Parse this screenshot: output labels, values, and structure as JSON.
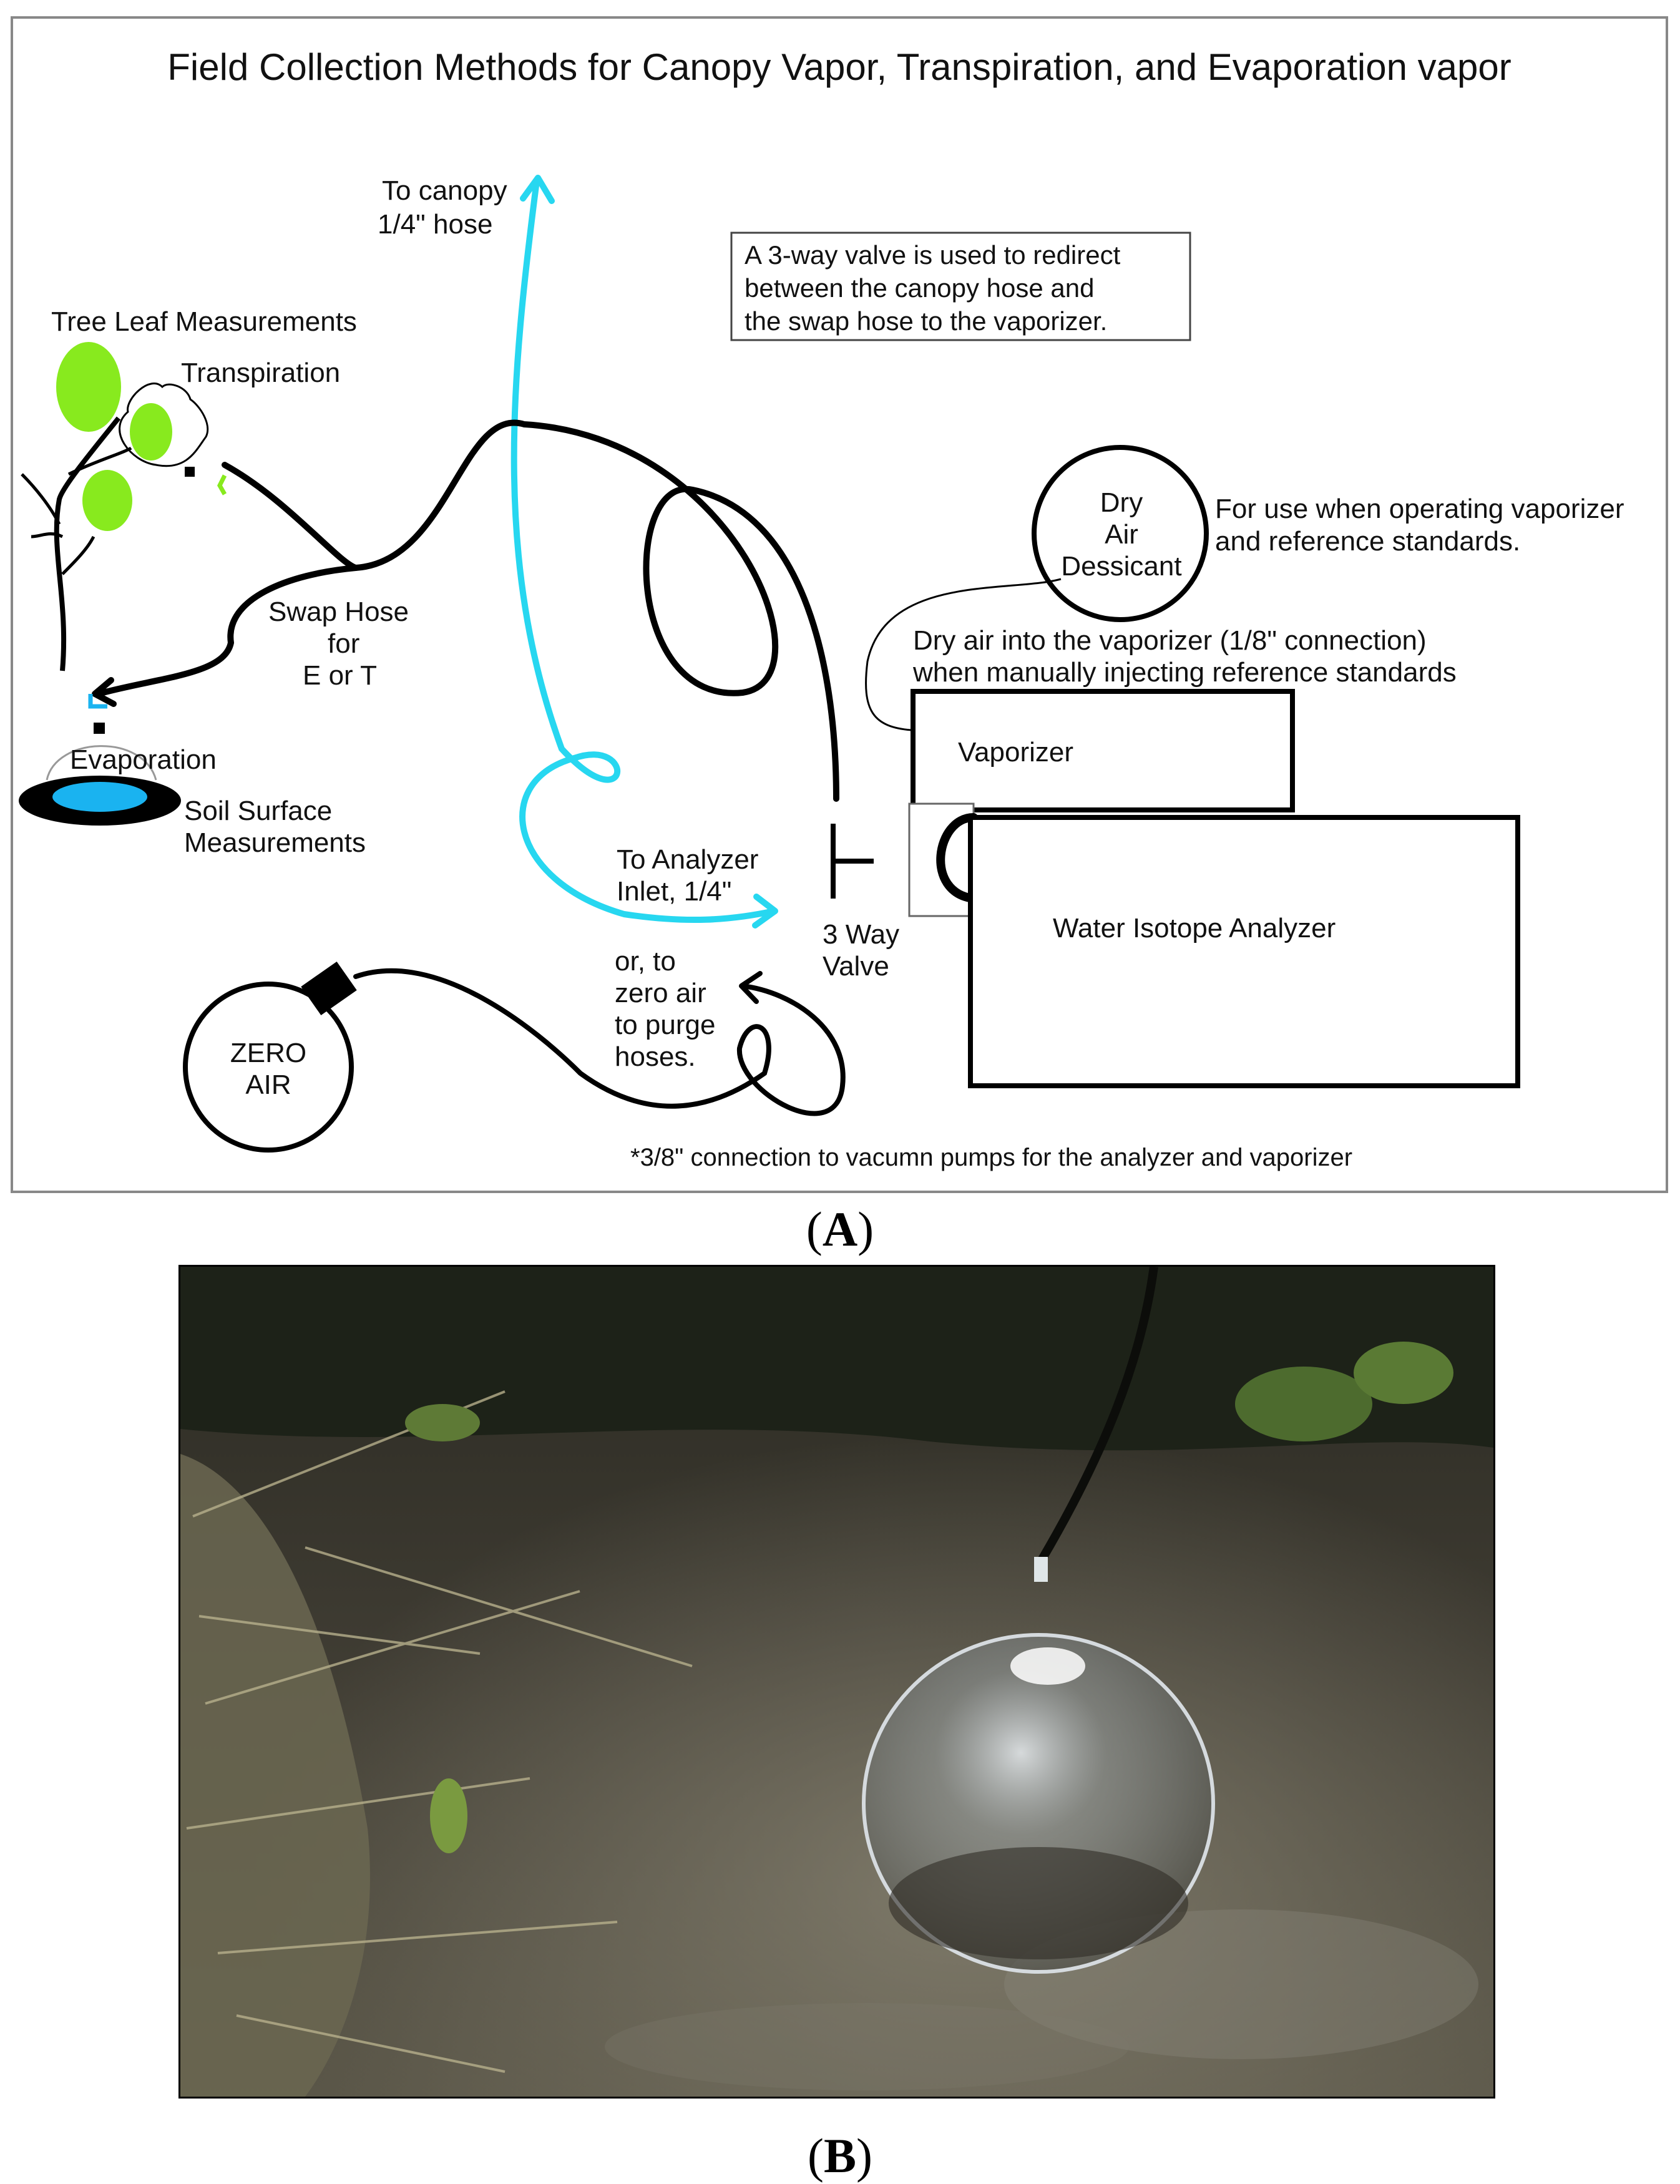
{
  "title": "Field Collection Methods for Canopy Vapor, Transpiration, and Evaporation vapor",
  "labels": {
    "to_canopy_1": "To canopy",
    "to_canopy_2": "1/4\" hose",
    "valve_note_1": "A 3-way valve is used to redirect",
    "valve_note_2": "between the canopy hose and",
    "valve_note_3": "the swap hose to the vaporizer.",
    "tree_leaf": "Tree Leaf Measurements",
    "transpiration": "Transpiration",
    "dry_air_1": "Dry",
    "dry_air_2": "Air",
    "dry_air_3": "Dessicant",
    "dry_air_note_1": "For use when operating vaporizer",
    "dry_air_note_2": "and reference standards.",
    "swap_hose_1": "Swap Hose",
    "swap_hose_2": "for",
    "swap_hose_3": "E or T",
    "dry_into_1": "Dry air into the vaporizer (1/8\" connection)",
    "dry_into_2": "when manually injecting reference standards",
    "vaporizer": "Vaporizer",
    "evaporation": "Evaporation",
    "soil_1": "Soil Surface",
    "soil_2": "Measurements",
    "analyzer_inlet_1": "To Analyzer",
    "analyzer_inlet_2": "Inlet, 1/4\"",
    "three_way_1": "3 Way",
    "three_way_2": "Valve",
    "water_isotope": "Water Isotope Analyzer",
    "or_to_1": "or, to",
    "or_to_2": "zero air",
    "or_to_3": "to purge",
    "or_to_4": "hoses.",
    "zero_air_1": "ZERO",
    "zero_air_2": "AIR",
    "vacuum_note": "*3/8\" connection to vacumn pumps for the analyzer and vaporizer"
  },
  "panel_a": "A",
  "panel_b": "B",
  "colors": {
    "hose_cyan": "#27d7f0",
    "leaf_green": "#88ea1e",
    "soil_blue": "#1ab3f0",
    "ink": "#000000"
  }
}
